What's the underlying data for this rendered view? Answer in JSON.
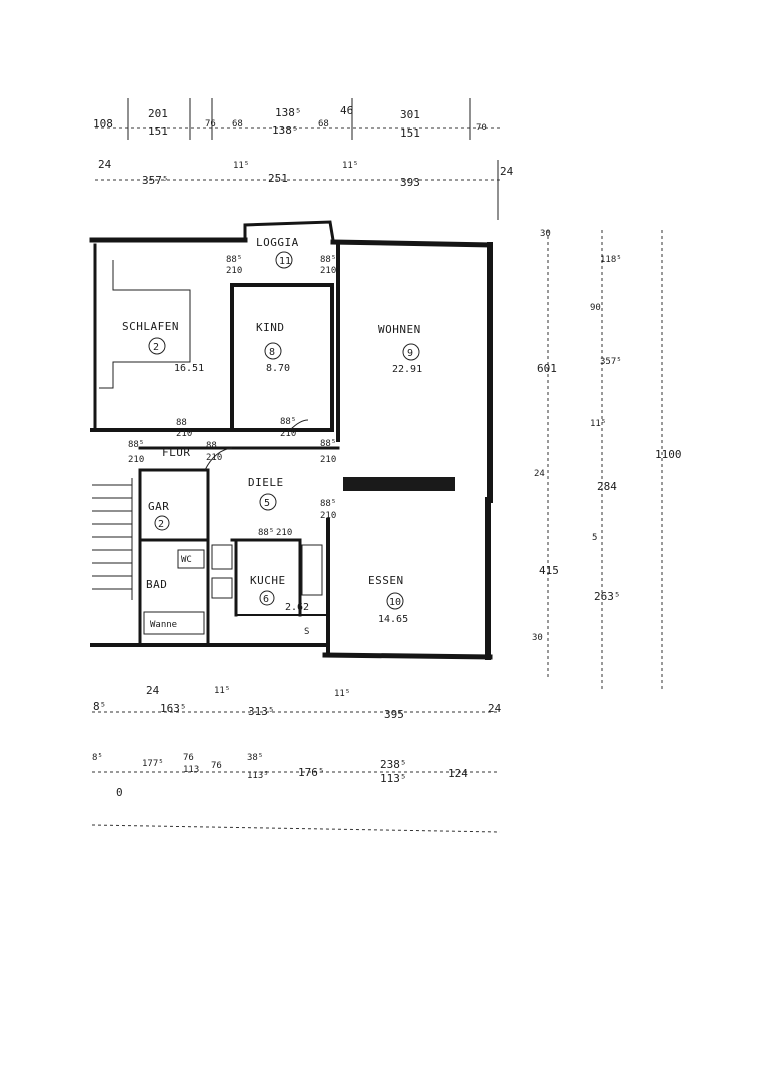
{
  "rooms": {
    "loggia": {
      "label": "LOGGIA",
      "number": "11"
    },
    "schlafen": {
      "label": "SCHLAFEN",
      "number": "2",
      "area": "16.51"
    },
    "kind": {
      "label": "KIND",
      "number": "8",
      "area": "8.70"
    },
    "wohnen": {
      "label": "WOHNEN",
      "number": "9",
      "area": "22.91"
    },
    "flur": {
      "label": "FLUR"
    },
    "diele": {
      "label": "DIELE",
      "number": "5"
    },
    "gar": {
      "label": "GAR",
      "number": "2"
    },
    "wc": {
      "label": "WC"
    },
    "bad": {
      "label": "BAD"
    },
    "kuche": {
      "label": "KUCHE",
      "number": "6",
      "area": "2.62"
    },
    "essen": {
      "label": "ESSEN",
      "number": "10",
      "area": "14.65"
    },
    "wanne": {
      "label": "Wanne"
    },
    "s": {
      "label": "S"
    }
  },
  "top_dims": {
    "row1": [
      "108",
      "201",
      "76",
      "68",
      "138⁵",
      "46",
      "301",
      "70"
    ],
    "row2": [
      "151",
      "138⁵",
      "68",
      "151"
    ],
    "row3": [
      "24",
      "357⁵",
      "11⁵",
      "251",
      "11⁵",
      "393",
      "24"
    ]
  },
  "door_dims": {
    "a": [
      "88⁵",
      "210"
    ],
    "b": [
      "88⁵",
      "210"
    ],
    "c": [
      "88",
      "210"
    ],
    "d": [
      "88⁵",
      "210"
    ],
    "e": [
      "88",
      "210"
    ],
    "f": [
      "88⁵",
      "210"
    ],
    "g": [
      "88⁵",
      "210"
    ],
    "h": [
      "88⁵",
      "210"
    ],
    "i": [
      "88⁵",
      "210"
    ]
  },
  "right_dims": {
    "a": [
      "30",
      "118⁵",
      "90",
      "357⁵",
      "11⁵",
      "601"
    ],
    "b": [
      "24",
      "284",
      "5",
      "415",
      "263⁵",
      "30"
    ],
    "total": "1100"
  },
  "bottom_dims": {
    "row1": [
      "8⁵",
      "24",
      "163⁵",
      "11⁵",
      "313⁵",
      "11⁵",
      "395",
      "24"
    ],
    "row2": [
      "8⁵",
      "177⁵",
      "76",
      "113",
      "76",
      "38⁵",
      "113⁵",
      "176⁵",
      "238⁵",
      "113⁵",
      "124"
    ],
    "row3": [
      "0"
    ]
  }
}
